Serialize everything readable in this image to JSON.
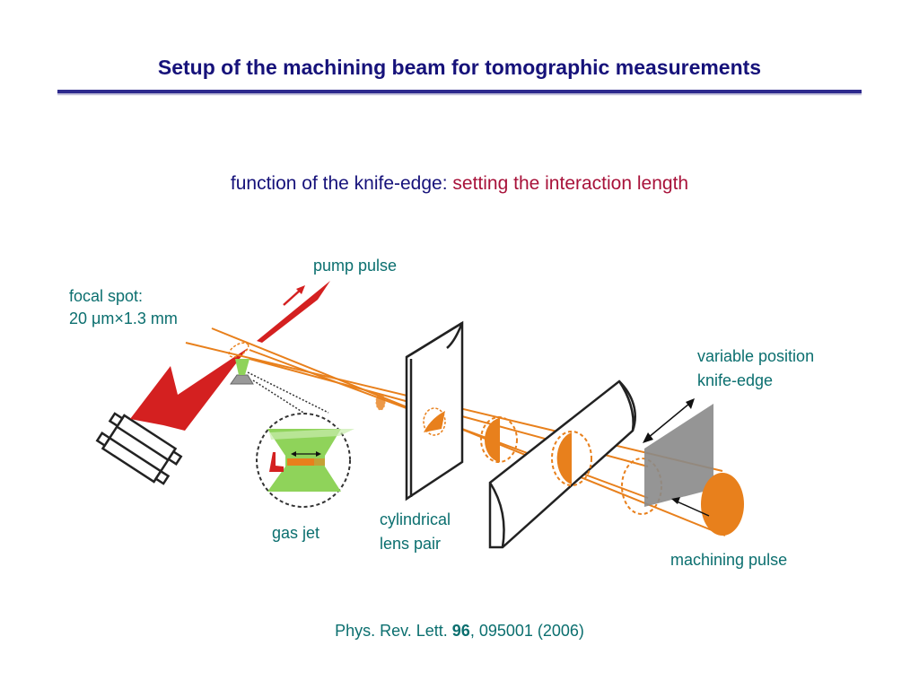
{
  "title": "Setup of the machining beam for tomographic measurements",
  "subtitle": {
    "prefix": "function of the knife-edge:",
    "highlight": "setting the interaction length"
  },
  "labels": {
    "pump_pulse": "pump pulse",
    "focal_spot_line1": "focal spot:",
    "focal_spot_line2": "20 μm×1.3 mm",
    "variable_line1": "variable position",
    "variable_line2": "knife-edge",
    "gas_jet": "gas jet",
    "lens_line1": "cylindrical",
    "lens_line2": "lens pair",
    "machining_pulse": "machining pulse"
  },
  "citation": {
    "prefix": "Phys. Rev. Lett.",
    "volume": "96",
    "suffix": ", 095001 (2006)"
  },
  "colors": {
    "title": "#16127a",
    "highlight": "#a8123a",
    "labels": "#0b6f6f",
    "beam_orange": "#e8801c",
    "pump_red": "#d42020",
    "gas_green": "#8fd35a",
    "knife_gray": "#8a8a8a"
  }
}
